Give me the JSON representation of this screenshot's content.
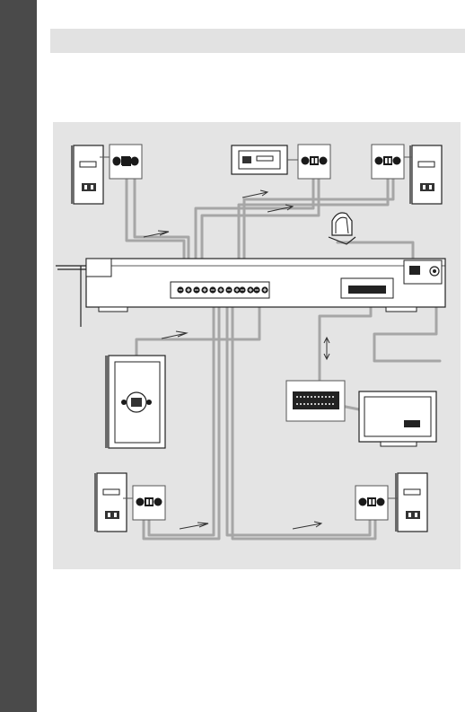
{
  "page": {
    "side_tab_color": "#4a4a4a",
    "header_bar_color": "#e2e2e2",
    "panel_color": "#e4e4e4",
    "cable_color": "#a6a6a6"
  },
  "diagram": {
    "components": [
      {
        "name": "front-left-speaker",
        "icon": "speaker-icon"
      },
      {
        "name": "center-speaker",
        "icon": "center-speaker-icon"
      },
      {
        "name": "front-right-speaker",
        "icon": "speaker-icon"
      },
      {
        "name": "am-loop-antenna",
        "icon": "loop-antenna-icon"
      },
      {
        "name": "main-unit-rear-panel",
        "icon": "av-receiver-icon"
      },
      {
        "name": "subwoofer",
        "icon": "subwoofer-icon"
      },
      {
        "name": "scart-cable",
        "icon": "scart-connector-icon"
      },
      {
        "name": "tv",
        "icon": "tv-icon"
      },
      {
        "name": "surround-left-speaker",
        "icon": "speaker-icon"
      },
      {
        "name": "surround-right-speaker",
        "icon": "speaker-icon"
      },
      {
        "name": "fm-wire-antenna",
        "icon": "wire-antenna-icon"
      }
    ]
  }
}
